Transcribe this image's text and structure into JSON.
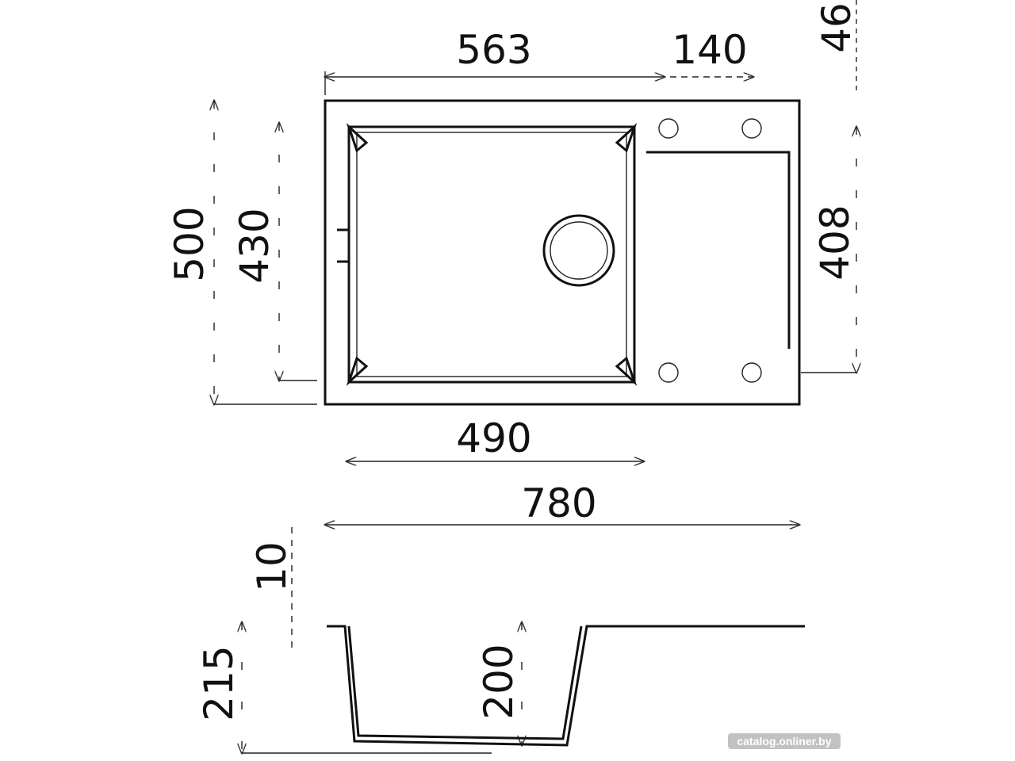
{
  "drawing": {
    "top_view": {
      "width_bowl_section": "563",
      "width_drainer_holes": "140",
      "offset_top": "46",
      "overall_depth": "500",
      "bowl_depth": "430",
      "drainer_depth": "408",
      "bowl_width": "490",
      "overall_width": "780"
    },
    "section_view": {
      "rim_thickness": "10",
      "overall_height": "215",
      "bowl_height": "200"
    },
    "watermark": "catalog.onliner.by"
  }
}
